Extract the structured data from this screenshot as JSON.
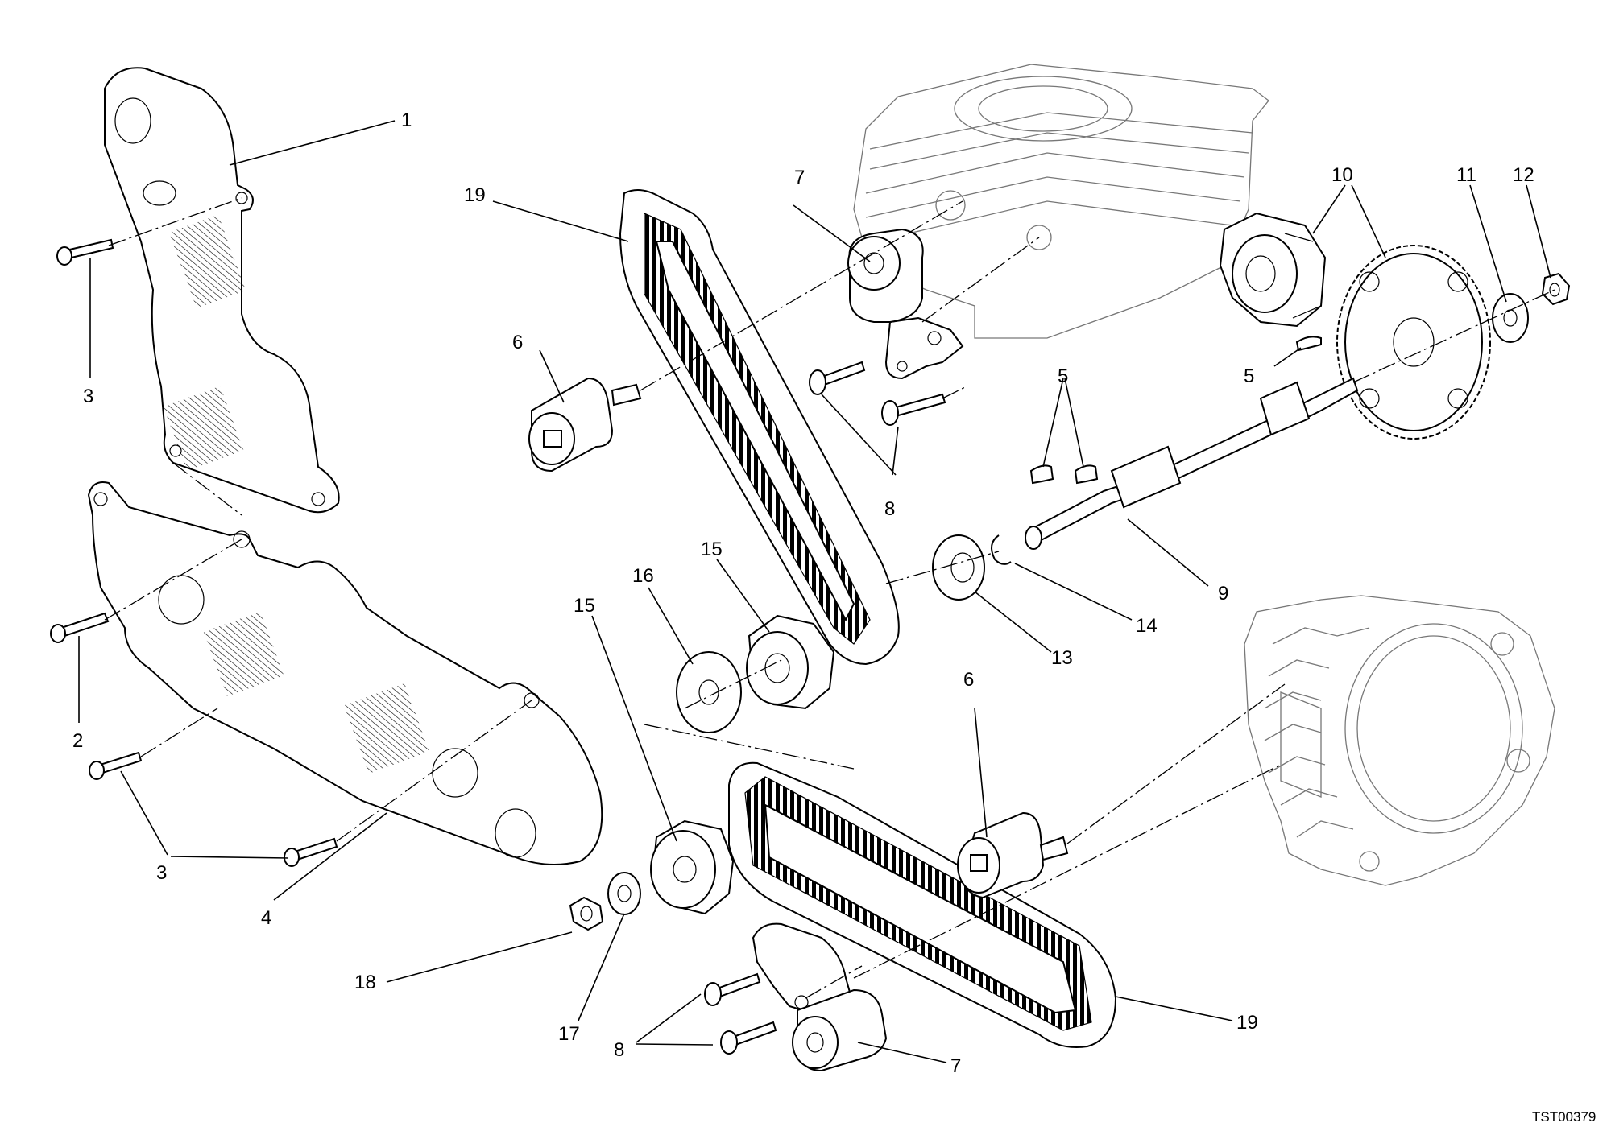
{
  "drawing_code": "TST00379",
  "callouts": [
    {
      "label": "1"
    },
    {
      "label": "3"
    },
    {
      "label": "2"
    },
    {
      "label": "3"
    },
    {
      "label": "4"
    },
    {
      "label": "19"
    },
    {
      "label": "6"
    },
    {
      "label": "7"
    },
    {
      "label": "8"
    },
    {
      "label": "10"
    },
    {
      "label": "11"
    },
    {
      "label": "12"
    },
    {
      "label": "5"
    },
    {
      "label": "5"
    },
    {
      "label": "9"
    },
    {
      "label": "14"
    },
    {
      "label": "13"
    },
    {
      "label": "15"
    },
    {
      "label": "16"
    },
    {
      "label": "15"
    },
    {
      "label": "6"
    },
    {
      "label": "18"
    },
    {
      "label": "17"
    },
    {
      "label": "8"
    },
    {
      "label": "7"
    },
    {
      "label": "19"
    }
  ]
}
